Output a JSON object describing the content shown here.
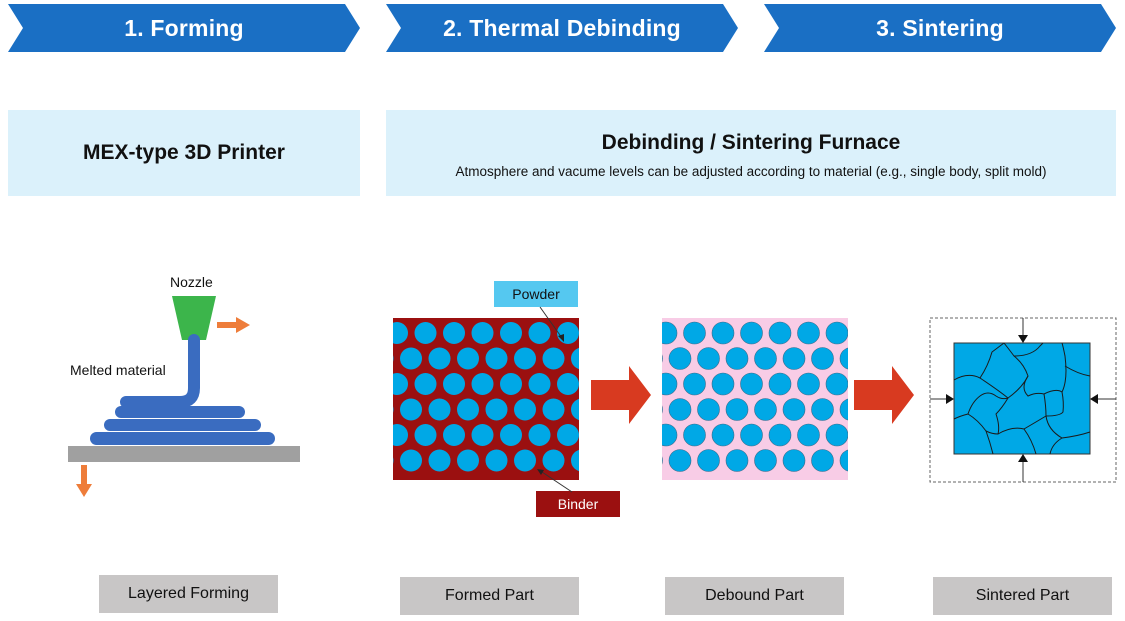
{
  "steps": [
    {
      "label": "1. Forming"
    },
    {
      "label": "2. Thermal Debinding"
    },
    {
      "label": "3. Sintering"
    }
  ],
  "equipment": {
    "printer": {
      "title": "MEX-type 3D Printer"
    },
    "furnace": {
      "title": "Debinding / Sintering Furnace",
      "subtitle": "Atmosphere and vacume levels can be adjusted according to material (e.g., single body, split mold)"
    }
  },
  "printer_diagram": {
    "nozzle_label": "Nozzle",
    "material_label": "Melted material"
  },
  "formed_part": {
    "powder_label": "Powder",
    "binder_label": "Binder"
  },
  "captions": {
    "layered_forming": "Layered Forming",
    "formed_part": "Formed Part",
    "debound_part": "Debound Part",
    "sintered_part": "Sintered Part"
  },
  "colors": {
    "step_blue": "#1a6fc4",
    "panel_bg": "#dbf1fb",
    "powder": "#00a8e6",
    "powder_tag": "#55c8f0",
    "binder": "#9b1010",
    "debound_bg": "#f8cce6",
    "process_arrow": "#d83a20",
    "nozzle": "#3cb54b",
    "filament": "#3a6cc0",
    "motion_arrow": "#ee7d3a",
    "bed": "#a0a0a0",
    "caption_bg": "#c8c6c6"
  }
}
